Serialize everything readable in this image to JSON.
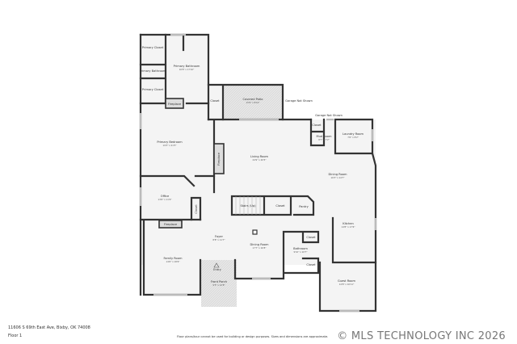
{
  "rooms": {
    "primary_closet_1": {
      "name": "Primary Closet"
    },
    "primary_bathroom": {
      "name": "Primary Bathroom",
      "dims": "16'8\" x 17'10\""
    },
    "primary_bathroom_small": {
      "name": "Primary Bathroom"
    },
    "primary_closet_2": {
      "name": "Primary Closet"
    },
    "fireplace_primary": {
      "name": "Fireplace"
    },
    "closet_patio": {
      "name": "Closet"
    },
    "covered_patio": {
      "name": "Covered Patio",
      "dims": "15'9\" x 8'10\""
    },
    "garage_not_shown_1": {
      "name": "Garage Not Shown"
    },
    "garage_not_shown_2": {
      "name": "Garage Not Shown"
    },
    "closet_mud": {
      "name": "Closet"
    },
    "mud_room": {
      "name": "Mud Room",
      "dims": "8'7\" x 7'2\""
    },
    "laundry_room": {
      "name": "Laundry Room",
      "dims": "7'6\" x 8'2\""
    },
    "primary_bedroom": {
      "name": "Primary Bedroom",
      "dims": "19'3\" x 21'5\""
    },
    "fireplace_living": {
      "name": "Fireplace"
    },
    "living_room": {
      "name": "Living Room",
      "dims": "24'9\" x 20'5\""
    },
    "dining_room_east": {
      "name": "Dining Room",
      "dims": "16'3\" x 14'7\""
    },
    "office": {
      "name": "Office",
      "dims": "13'6\" x 11'9\""
    },
    "closet_office": {
      "name": "Closet"
    },
    "stairs": {
      "name": "Stairs (Up)"
    },
    "closet_stairs": {
      "name": "Closet"
    },
    "pantry": {
      "name": "Pantry"
    },
    "fireplace_family": {
      "name": "Fireplace"
    },
    "kitchen": {
      "name": "Kitchen",
      "dims": "14'8\" x 17'6\""
    },
    "foyer": {
      "name": "Foyer",
      "dims": "8'8\" x 11'7\""
    },
    "dining_room": {
      "name": "Dining Room",
      "dims": "17'7\" x 16'8\""
    },
    "closet_bath_1": {
      "name": "Closet"
    },
    "bathroom": {
      "name": "Bathroom",
      "dims": "9'10\" x 10'7\""
    },
    "closet_bath_2": {
      "name": "Closet"
    },
    "family_room": {
      "name": "Family Room",
      "dims": "14'6\" x 18'6\""
    },
    "entry": {
      "name": "Entry"
    },
    "front_porch": {
      "name": "Front Porch",
      "dims": "9'5\" x 12'8\""
    },
    "guest_room": {
      "name": "Guest Room",
      "dims": "14'8\" x 16'11\""
    }
  },
  "footer": {
    "address": "11606 S 69th East Ave, Bixby, OK 74008",
    "floor": "Floor 1",
    "disclaimer": "Floor plans/tour cannot be used for building or design purposes. Sizes and dimensions are approximate.",
    "watermark": "© MLS TECHNOLOGY INC 2026"
  }
}
